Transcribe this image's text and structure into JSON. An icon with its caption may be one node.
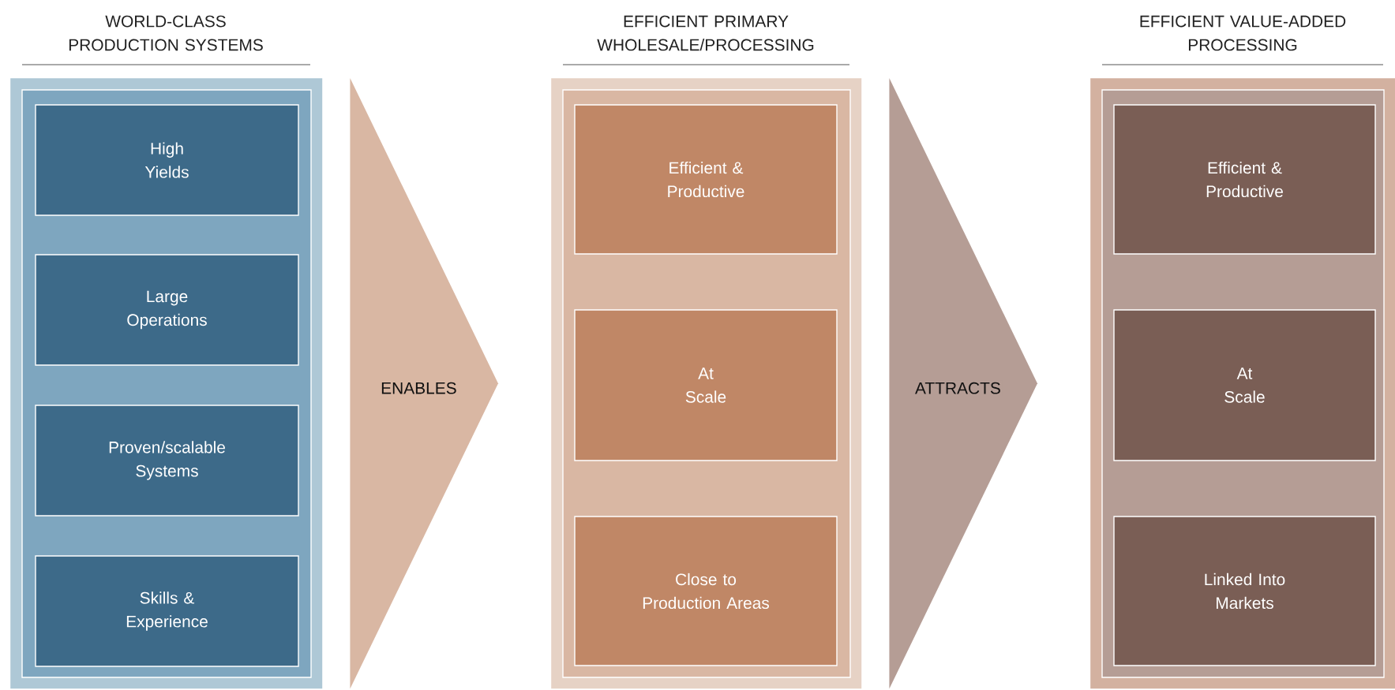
{
  "diagram": {
    "nodes": [
      {
        "text": [
          "WORLD-CLASS PRODUCTION SYSTEMS"
        ]
      },
      {
        "text": [
          "High Yields"
        ],
        "in": 0
      },
      {
        "text": [
          "Large Operations"
        ],
        "in": 0
      },
      {
        "text": [
          "Proven/scalable Systems"
        ],
        "in": 0
      },
      {
        "text": [
          "Skills & Experience"
        ],
        "in": 0
      },
      {
        "text": [
          "EFFICIENT PRIMARY WHOLESALE/PROCESSING"
        ]
      },
      {
        "text": [
          "Efficient & Productive"
        ],
        "in": 5
      },
      {
        "text": [
          "At Scale"
        ],
        "in": 5
      },
      {
        "text": [
          "Close to Production Areas"
        ],
        "in": 5
      },
      {
        "text": [
          "EFFICIENT VALUE-ADDED PROCESSING"
        ]
      },
      {
        "text": [
          "Efficient & Productive"
        ],
        "in": 9
      },
      {
        "text": [
          "At Scale"
        ],
        "in": 9
      },
      {
        "text": [
          "Linked Into Markets"
        ],
        "in": 9
      }
    ],
    "edges": [
      {
        "from": 0,
        "to": 5,
        "arrow": "to",
        "label": "ENABLES"
      },
      {
        "from": 5,
        "to": 9,
        "arrow": "to",
        "label": "ATTRACTS",
        "color": "#b59d95"
      }
    ]
  }
}
